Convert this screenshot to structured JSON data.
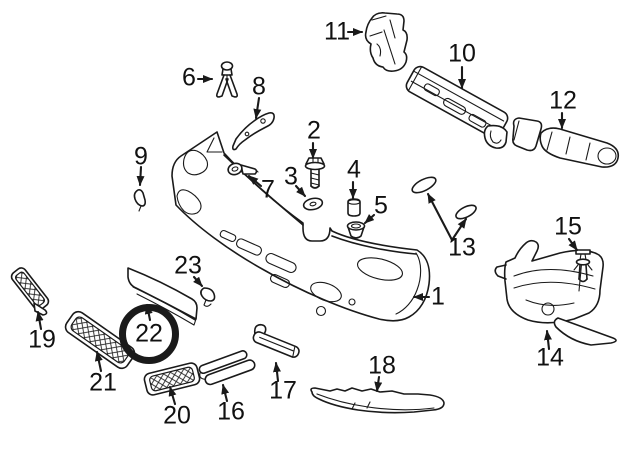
{
  "diagram": {
    "title_hidden": "",
    "background_color": "#ffffff",
    "line_color": "#1a1a1a",
    "labels": [
      "1",
      "2",
      "3",
      "4",
      "5",
      "6",
      "7",
      "8",
      "9",
      "10",
      "11",
      "12",
      "13",
      "14",
      "15",
      "16",
      "17",
      "18",
      "19",
      "20",
      "21",
      "22",
      "23"
    ],
    "highlight": {
      "part": "22",
      "color": "#e2151c"
    }
  }
}
